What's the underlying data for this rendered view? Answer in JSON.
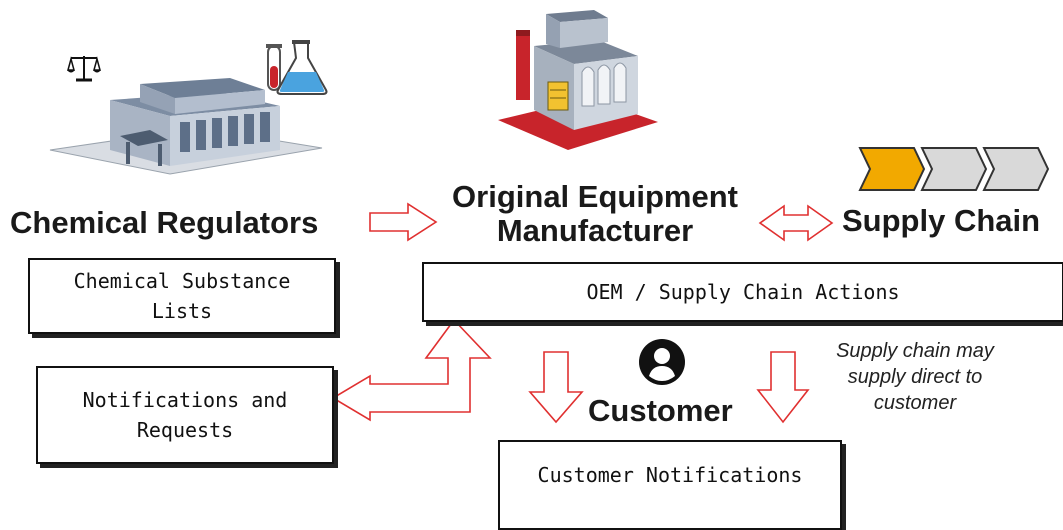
{
  "nodes": {
    "regulators": {
      "title": "Chemical Regulators"
    },
    "oem": {
      "title_line1": "Original Equipment",
      "title_line2": "Manufacturer"
    },
    "supply_chain": {
      "title": "Supply Chain"
    },
    "customer": {
      "title": "Customer"
    }
  },
  "boxes": {
    "substance_lists": {
      "line1": "Chemical Substance",
      "line2": "Lists"
    },
    "oem_actions": {
      "line1": "OEM / Supply Chain Actions"
    },
    "notifications_requests": {
      "line1": "Notifications and",
      "line2": "Requests"
    },
    "customer_notifications": {
      "line1": "Customer Notifications"
    }
  },
  "notes": {
    "supply_direct": {
      "line1": "Supply chain may",
      "line2": "supply direct to",
      "line3": "customer"
    }
  },
  "icons": {
    "regulator_building": "government-building-icon",
    "scales": "scales-of-justice-icon",
    "lab_flasks": "laboratory-flasks-icon",
    "factory": "factory-icon",
    "supply_chain": "supply-chain-chevrons-icon",
    "customer": "person-avatar-icon"
  },
  "colors": {
    "arrow_outline": "#e03030",
    "chevron_active": "#f2a900",
    "chevron_inactive": "#d9d9d9",
    "flask_blue": "#4aa3df",
    "factory_red": "#c8242b"
  }
}
